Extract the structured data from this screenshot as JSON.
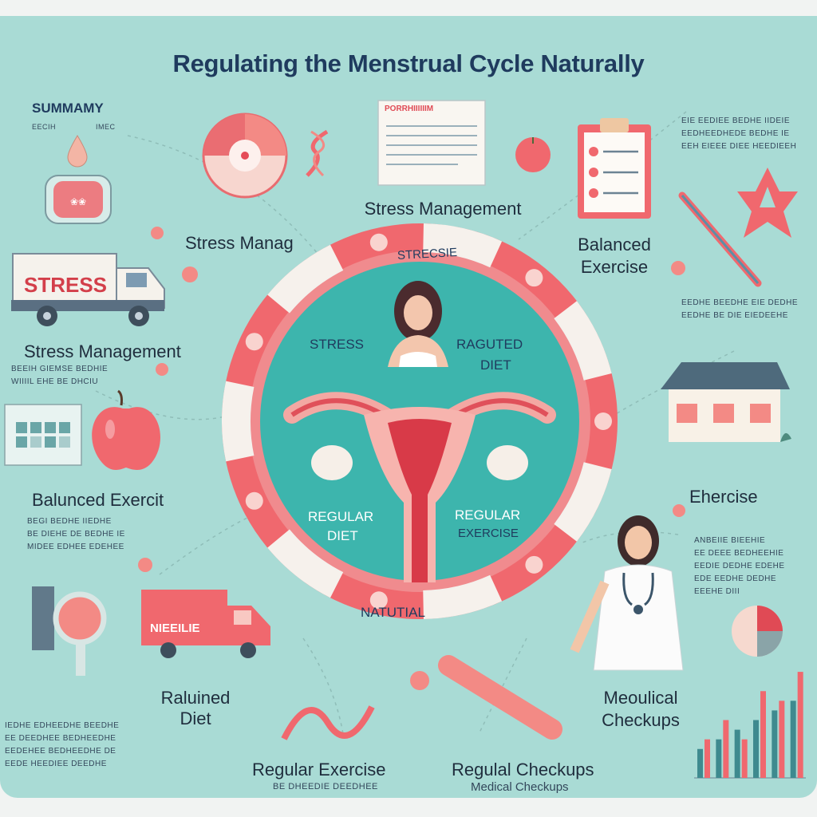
{
  "title": "Regulating the Menstrual Cycle Naturally",
  "colors": {
    "background": "#a9dbd5",
    "accent": "#f0686e",
    "ring_fill": "#3db5ad",
    "title": "#1f3b5e"
  },
  "left": {
    "summary_title": "SUMMAMY",
    "summary_sub_a": "EECIH",
    "summary_sub_b": "IMEC",
    "truck_sign": "STRESS",
    "stress_heading": "Stress Management",
    "stress_body_1": "BEEIH GIEMSE BEDHIE",
    "stress_body_2": "WIIIIL EHE BE DHCIU",
    "exercise_heading": "Balunced Exercit",
    "exercise_body_1": "BEGI BEDHE IIEDHE",
    "exercise_body_2": "BE DIEHE DE BEDHE IE",
    "exercise_body_3": "MIDEE EDHEE EDEHEE"
  },
  "top": {
    "stress_manag": "Stress Manag",
    "stress_management_center": "Stress Management",
    "balanced_exercise_1": "Balanced",
    "balanced_exercise_2": "Exercise",
    "doc_header": "PORRHIIIIIIM"
  },
  "right": {
    "note_1": "EIE EEDIEE BEDHE IIDEIE",
    "note_2": "EEDHEEDHEDE BEDHE IE",
    "note_3": "EEH EIEEE DIEE HEEDIEEH",
    "note_4": "EEDHE BEEDHE EIE DEDHE",
    "note_5": "EEDHE BE DIE EIEDEEHE",
    "ehercise": "Ehercise",
    "doctor_note_1": "ANBEIIE BIEEHIE",
    "doctor_note_2": "EE DEEE BEDHEEHIE",
    "doctor_note_3": "EEDIE DEDHE EDEHE",
    "doctor_note_4": "EDE EEDHE DEDHE",
    "doctor_note_5": "EEEHE DIII",
    "medical_checkups_1": "Meoulical",
    "medical_checkups_2": "Checkups"
  },
  "ring": {
    "top_segment": "STRECSIE",
    "bottom_segment": "NATUTIAL",
    "stress": "STRESS",
    "raguted_1": "RAGUTED",
    "raguted_2": "DIET",
    "regular_diet_1": "REGULAR",
    "regular_diet_2": "DIET",
    "regular_exercise_1": "REGULAR",
    "regular_exercise_2": "EXERCISE"
  },
  "bottom": {
    "van_sign": "NIEEILIE",
    "raluined_1": "Raluined",
    "raluined_2": "Diet",
    "regular_exercise": "Regular Exercise",
    "regular_exercise_sub": "BE DHEEDIE DEEDHEE",
    "regular_checkups": "Regulal Checkups",
    "regular_checkups_sub": "Medical Checkups",
    "left_note_1": "IEDHE EDHEEDHE BEEDHE",
    "left_note_2": "EE DEEDHEE BEDHEEDHE",
    "left_note_3": "EEDEHEE BEDHEEDHE DE",
    "left_note_4": "EEDE HEEDIEE DEEDHE"
  },
  "chart_data": {
    "type": "bar",
    "categories": [
      "",
      "",
      "",
      "",
      "",
      ""
    ],
    "series": [
      {
        "name": "",
        "values": [
          3,
          4,
          5,
          6,
          7,
          8
        ]
      },
      {
        "name": "",
        "values": [
          4,
          6,
          4,
          9,
          8,
          11
        ]
      }
    ],
    "ylim": [
      0,
      12
    ]
  }
}
